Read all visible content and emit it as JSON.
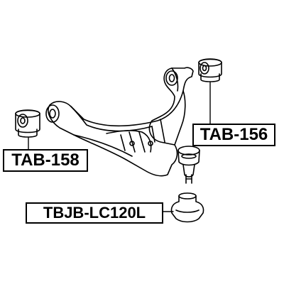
{
  "labels": {
    "tab_156": "TAB-156",
    "tab_158": "TAB-158",
    "tbjb_lc120l": "TBJB-LC120L"
  },
  "colors": {
    "line": "#000000",
    "background": "#ffffff"
  }
}
